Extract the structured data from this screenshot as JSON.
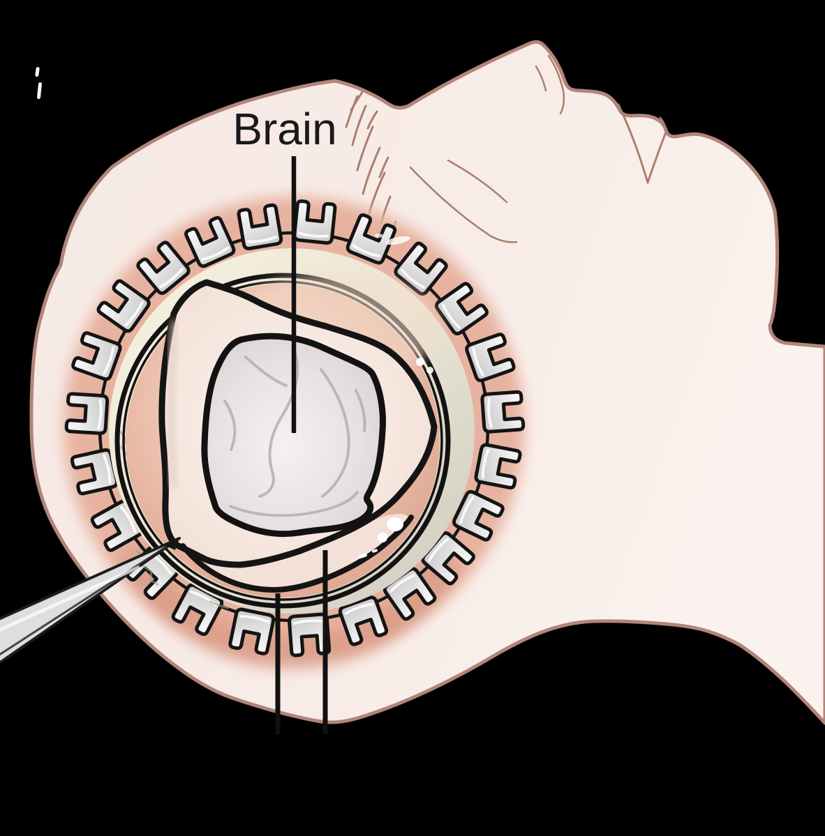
{
  "illustration": {
    "type": "medical-diagram",
    "subject": "Craniotomy: head in profile with circular skull opening, dural flap retracted to expose brain",
    "labels": {
      "brain": "Brain"
    },
    "pointer_lines": [
      {
        "target": "brain",
        "labeled": true
      },
      {
        "target": "skull-ring",
        "labeled": false
      },
      {
        "target": "dura-mater",
        "labeled": false
      }
    ],
    "clips": {
      "count": 23
    },
    "colors": {
      "background": "#000000",
      "skin": "#f8ece7",
      "skin_outline": "#b28579",
      "scalp_edge": "#e7b2a0",
      "skull_bone": "#f3edda",
      "dura": "#e9bdab",
      "dural_flap": "#f6e7df",
      "brain": "#e8e3e2",
      "sulci": "#b4b0b0",
      "clip_metal": "#e9e9e9",
      "line_black": "#151515"
    }
  }
}
